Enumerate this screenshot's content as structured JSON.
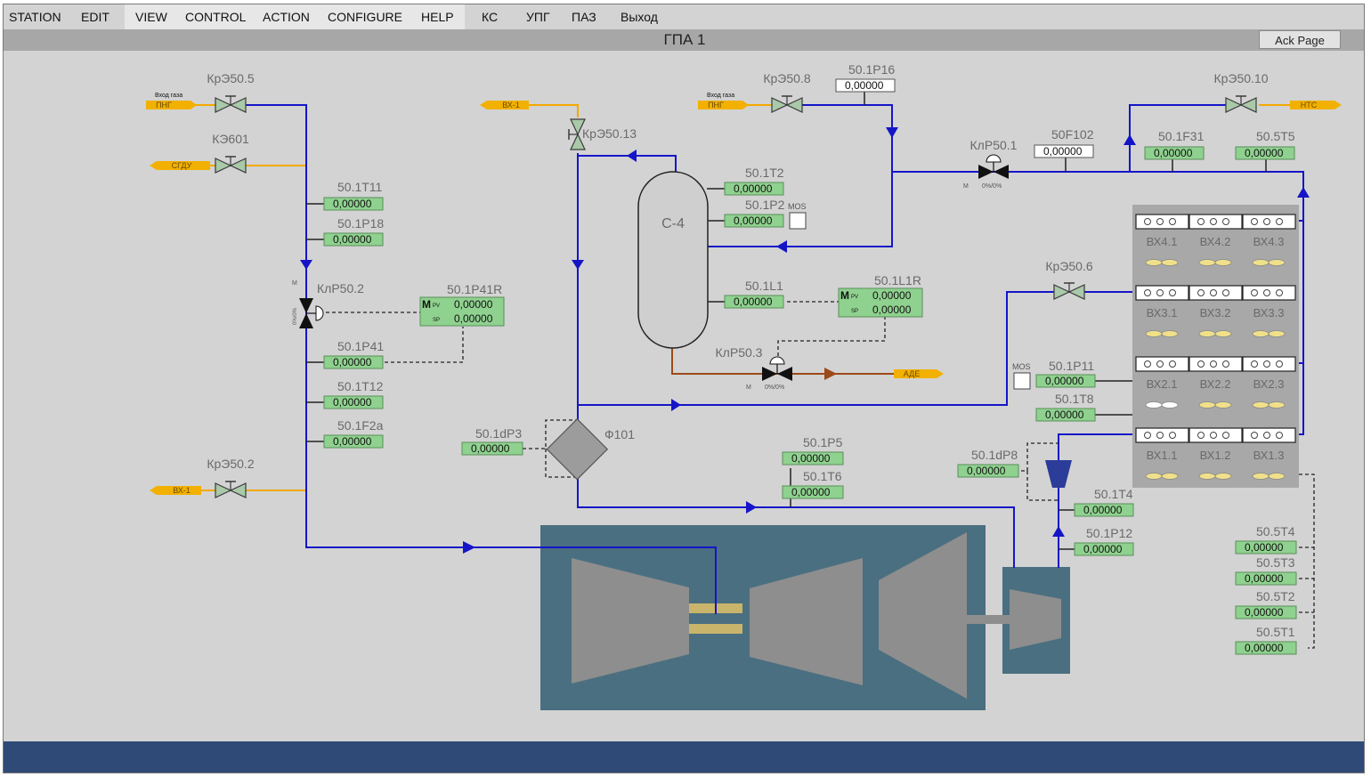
{
  "menu": {
    "items": [
      "STATION",
      "EDIT",
      "VIEW",
      "CONTROL",
      "ACTION",
      "CONFIGURE",
      "HELP",
      "КС",
      "УПГ",
      "ПАЗ",
      "Выход"
    ]
  },
  "header": {
    "title": "ГПА 1",
    "ack_label": "Ack Page"
  },
  "colors": {
    "pipe_blue": "#1515c8",
    "pipe_orange": "#f2a900",
    "field_green": "#8fd18f",
    "drain_brown": "#9c4a1a",
    "turbine_housing": "#4a6f80",
    "footer": "#2f4a76"
  },
  "valves": {
    "kre50_5": "КрЭ50.5",
    "ke601": "КЭ601",
    "kre50_2": "КрЭ50.2",
    "kre50_13": "КрЭ50.13",
    "kre50_8": "КрЭ50.8",
    "kre50_10": "КрЭ50.10",
    "klr50_1": "КлР50.1",
    "klr50_2": "КлР50.2",
    "klr50_3": "КлР50.3",
    "kre50_6": "КрЭ50.6"
  },
  "valve_sub": {
    "m": "M",
    "pct": "0%/0%"
  },
  "tags": {
    "png_left": "ПНГ",
    "vhod_gaza_left": "Вход газа",
    "sgdu": "СГДУ",
    "vx1_left": "ВХ-1",
    "vx1_top": "ВХ-1",
    "png_mid": "ПНГ",
    "vhod_gaza_mid": "Вход газа",
    "nts": "НТС",
    "adz": "АДЕ"
  },
  "instruments": {
    "t11": {
      "label": "50.1T11",
      "value": "0,00000"
    },
    "p18": {
      "label": "50.1P18",
      "value": "0,00000"
    },
    "p41r": {
      "label": "50.1P41R",
      "pv": "0,00000",
      "sp": "0,00000",
      "mode": "M",
      "pv_tag": "PV",
      "sp_tag": "SP"
    },
    "p41": {
      "label": "50.1P41",
      "value": "0,00000"
    },
    "t12": {
      "label": "50.1T12",
      "value": "0,00000"
    },
    "f2a": {
      "label": "50.1F2a",
      "value": "0,00000"
    },
    "p16": {
      "label": "50.1P16",
      "value": "0,00000"
    },
    "t2": {
      "label": "50.1T2",
      "value": "0,00000"
    },
    "p2": {
      "label": "50.1P2",
      "value": "0,00000",
      "mos": "MOS"
    },
    "l1": {
      "label": "50.1L1",
      "value": "0,00000"
    },
    "l1r": {
      "label": "50.1L1R",
      "pv": "0,00000",
      "sp": "0,00000",
      "mode": "M",
      "pv_tag": "PV",
      "sp_tag": "SP"
    },
    "f102": {
      "label": "50F102",
      "value": "0,00000"
    },
    "f31": {
      "label": "50.1F31",
      "value": "0,00000"
    },
    "t5": {
      "label": "50.5T5",
      "value": "0,00000"
    },
    "p11": {
      "label": "50.1P11",
      "value": "0,00000",
      "mos": "MOS"
    },
    "t8": {
      "label": "50.1T8",
      "value": "0,00000"
    },
    "dp3": {
      "label": "50.1dP3",
      "value": "0,00000"
    },
    "p5": {
      "label": "50.1P5",
      "value": "0,00000"
    },
    "t6": {
      "label": "50.1T6",
      "value": "0,00000"
    },
    "dp8": {
      "label": "50.1dP8",
      "value": "0,00000"
    },
    "t4": {
      "label": "50.1T4",
      "value": "0,00000"
    },
    "p12": {
      "label": "50.1P12",
      "value": "0,00000"
    },
    "t4_5": {
      "label": "50.5T4",
      "value": "0,00000"
    },
    "t3_5": {
      "label": "50.5T3",
      "value": "0,00000"
    },
    "t2_5": {
      "label": "50.5T2",
      "value": "0,00000"
    },
    "t1_5": {
      "label": "50.5T1",
      "value": "0,00000"
    }
  },
  "equipment": {
    "separator": "С-4",
    "filter": "Ф101"
  },
  "cooler_sections": [
    [
      "ВХ4.1",
      "ВХ4.2",
      "ВХ4.3"
    ],
    [
      "ВХ3.1",
      "ВХ3.2",
      "ВХ3.3"
    ],
    [
      "ВХ2.1",
      "ВХ2.2",
      "ВХ2.3"
    ],
    [
      "ВХ1.1",
      "ВХ1.2",
      "ВХ1.3"
    ]
  ]
}
